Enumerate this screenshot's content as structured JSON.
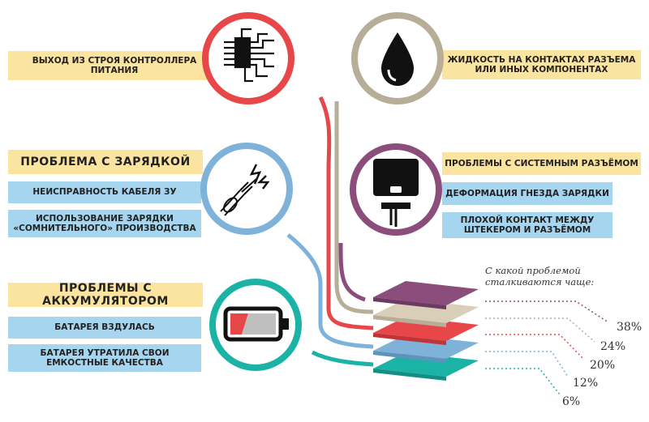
{
  "left": {
    "power_controller": "ВЫХОД ИЗ СТРОЯ КОНТРОЛЛЕРА ПИТАНИЯ",
    "charging_title": "ПРОБЛЕМА С ЗАРЯДКОЙ",
    "cable_fault": "НЕИСПРАВНОСТЬ КАБЕЛЯ ЗУ",
    "dubious_charger": "ИСПОЛЬЗОВАНИЕ ЗАРЯДКИ «СОМНИТЕЛЬНОГО» ПРОИЗВОДСТВА",
    "battery_title": "ПРОБЛЕМЫ С АККУМУЛЯТОРОМ",
    "battery_swollen": "БАТАРЕЯ ВЗДУЛАСЬ",
    "battery_capacity": "БАТАРЕЯ УТРАТИЛА СВОИ ЕМКОСТНЫЕ КАЧЕСТВА"
  },
  "right": {
    "liquid": "ЖИДКОСТЬ НА КОНТАКТАХ РАЗЪЕМА ИЛИ ИНЫХ КОМПОНЕНТАХ",
    "connector_title": "ПРОБЛЕМЫ С СИСТЕМНЫМ РАЗЪЁМОМ",
    "socket_deformation": "ДЕФОРМАЦИЯ ГНЕЗДА ЗАРЯДКИ",
    "bad_contact": "ПЛОХОЙ КОНТАКТ МЕЖДУ ШТЕКЕРОМ И РАЗЪЁМОМ"
  },
  "stats": {
    "question": "С какой проблемой сталкиваются чаще:",
    "p1": "38%",
    "p2": "24%",
    "p3": "20%",
    "p4": "12%",
    "p5": "6%"
  },
  "colors": {
    "red": "#e8474a",
    "blue": "#7fb2d9",
    "teal": "#1ab3a6",
    "beige": "#b7ae98",
    "purple": "#8a4d7c",
    "yellow_band": "#fbe3a0",
    "blue_band": "#a6d5f0"
  },
  "icons": [
    "circuit-icon",
    "drop-icon",
    "cable-spark-icon",
    "phone-port-icon",
    "battery-low-icon"
  ]
}
